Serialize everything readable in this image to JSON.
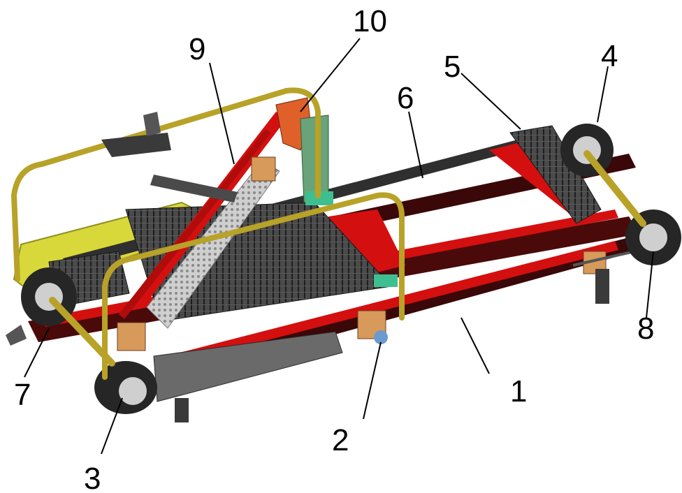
{
  "figure": {
    "labels": [
      {
        "id": "1",
        "text": "1"
      },
      {
        "id": "2",
        "text": "2"
      },
      {
        "id": "3",
        "text": "3"
      },
      {
        "id": "4",
        "text": "4"
      },
      {
        "id": "5",
        "text": "5"
      },
      {
        "id": "6",
        "text": "6"
      },
      {
        "id": "7",
        "text": "7"
      },
      {
        "id": "8",
        "text": "8"
      },
      {
        "id": "9",
        "text": "9"
      },
      {
        "id": "10",
        "text": "10"
      }
    ]
  },
  "colors": {
    "frame_red": "#d40f0f",
    "dark_red": "#4a0a0a",
    "belt_dark": "#3a3a3a",
    "spike_dark": "#2b2b2b",
    "rail_gold": "#b8a228",
    "yellow_panel": "#d8d83a",
    "bearing_tan": "#d89a5a",
    "hinge_green": "#3fbf8f",
    "wheel_dark": "#262626",
    "orange_motor": "#e0602a"
  }
}
